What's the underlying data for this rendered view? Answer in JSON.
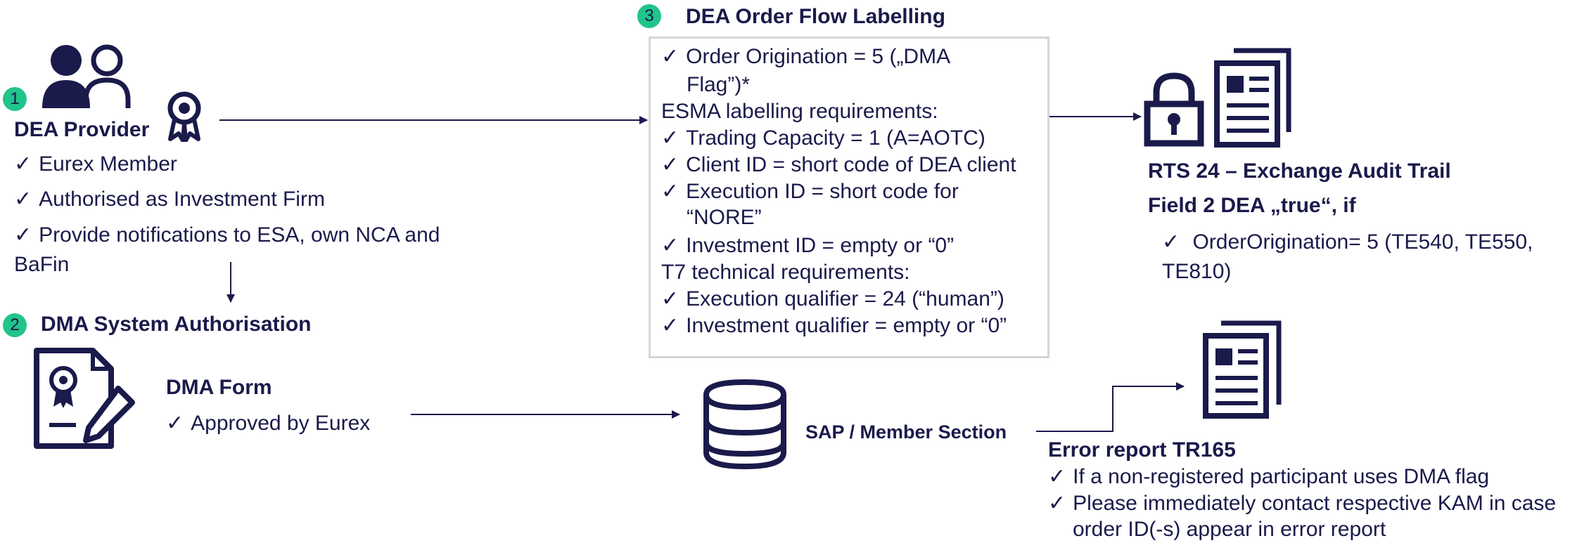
{
  "provider": {
    "badge": "1",
    "title": "DEA Provider",
    "items": [
      "Eurex Member",
      "Authorised as Investment  Firm",
      "Provide notifications to ESA, own NCA and"
    ],
    "items_cont": "BaFin"
  },
  "dma_auth": {
    "badge": "2",
    "title": "DMA System Authorisation",
    "form_title": "DMA Form",
    "form_item": "Approved by Eurex"
  },
  "labelling": {
    "badge": "3",
    "title": "DEA Order Flow Labelling",
    "order_origination_1": "Order Origination = 5 („DMA",
    "order_origination_2": "Flag”)*",
    "esma_heading": "ESMA labelling requirements:",
    "trading_capacity": "Trading Capacity = 1 (A=AOTC)",
    "client_id": "Client ID = short code of DEA client",
    "execution_id_1": "Execution  ID = short code for",
    "execution_id_2": "“NORE”",
    "investment_id": "Investment  ID = empty or “0”",
    "t7_heading": "T7 technical requirements:",
    "execution_qualifier": "Execution qualifier = 24 (“human”)",
    "investment_qualifier": "Investment  qualifier = empty or “0”"
  },
  "audit": {
    "title": "RTS 24 – Exchange Audit Trail",
    "field": "Field 2 DEA „true“, if",
    "item_1": " OrderOrigination= 5 (TE540, TE550,",
    "item_2": "TE810)"
  },
  "sap": {
    "label": "SAP  / Member Section"
  },
  "error": {
    "title": "Error report TR165",
    "item_1": "If a non-registered participant uses DMA flag",
    "item_2": "Please immediately  contact respective KAM in case",
    "item_3": "order ID(-s) appear in error report"
  },
  "icons": {
    "provider": "people-icon",
    "ribbon": "award-ribbon-icon",
    "form": "certificate-document-icon",
    "database": "database-icon",
    "lock": "lock-icon",
    "report": "report-document-icon",
    "error_report": "error-report-icon"
  },
  "colors": {
    "navy": "#1a1a4b",
    "badge_green": "#21c48a",
    "box_border": "#d5d5d5"
  }
}
